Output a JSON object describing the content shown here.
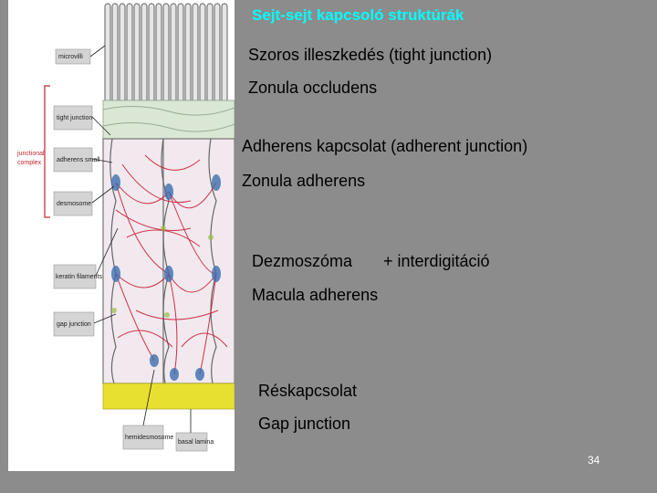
{
  "slide": {
    "title": "Sejt-sejt kapcsoló struktúrák",
    "page_number": "34"
  },
  "sections": {
    "tight_junction_hu": "Szoros illeszkedés (tight junction)",
    "tight_junction_latin": "Zonula occludens",
    "adherent_junction_hu": "Adherens kapcsolat (adherent junction)",
    "adherent_junction_latin": "Zonula adherens",
    "desmosome_hu": "Dezmoszóma",
    "desmosome_plus": "+ interdigitáció",
    "desmosome_latin": "Macula adherens",
    "gap_junction_hu": "Réskapcsolat",
    "gap_junction_en": "Gap junction"
  },
  "figure_labels": {
    "microvilli": "microvilli",
    "tight_junction": "tight junction",
    "adherens_small": "adherens small",
    "desmosome": "desmosome",
    "junctional_complex_1": "junctional",
    "junctional_complex_2": "complex",
    "keratin_filaments": "keratin filaments",
    "gap_junction": "gap junction",
    "hemidesmosome": "hemidesmosome",
    "basal_lamina": "basal lamina"
  },
  "colors": {
    "background": "#8c8c8c",
    "title": "#00ffff",
    "basal_lamina": "#e8e030",
    "filaments": "#c8102e",
    "desmosome_plaque": "#3d6fb0"
  }
}
